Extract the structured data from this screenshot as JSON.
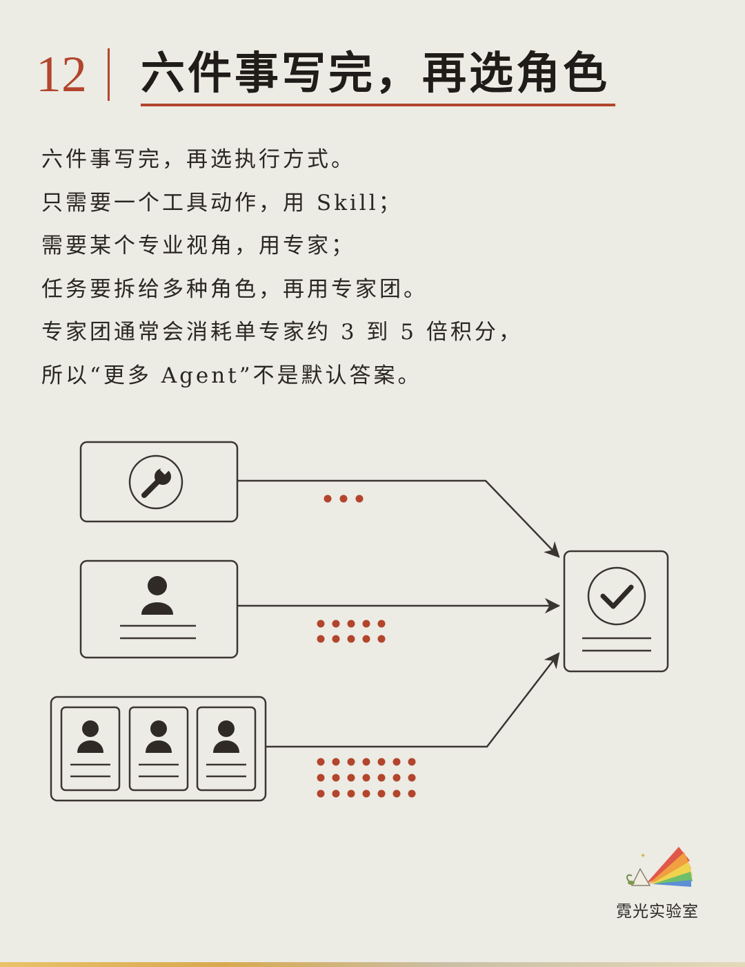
{
  "header": {
    "number": "12",
    "title": "六件事写完，再选角色"
  },
  "body": {
    "lines": [
      "六件事写完，再选执行方式。",
      "只需要一个工具动作，用 Skill；",
      "需要某个专业视角，用专家；",
      "任务要拆给多种角色，再用专家团。",
      "专家团通常会消耗单专家约 3 到 5 倍积分，",
      "所以“更多 Agent”不是默认答案。"
    ]
  },
  "diagram": {
    "colors": {
      "stroke": "#3a3531",
      "accent": "#b2452c",
      "icon": "#2f2a26"
    },
    "rows": [
      {
        "name": "skill",
        "icon": "wrench-icon",
        "dot_rows": 1,
        "dot_cols": 3
      },
      {
        "name": "expert",
        "icon": "person-icon",
        "dot_rows": 2,
        "dot_cols": 5
      },
      {
        "name": "expert-team",
        "icon": "team-icon",
        "dot_rows": 3,
        "dot_cols": 7
      }
    ],
    "result_icon": "check-icon"
  },
  "logo": {
    "text": "霓光实验室"
  }
}
